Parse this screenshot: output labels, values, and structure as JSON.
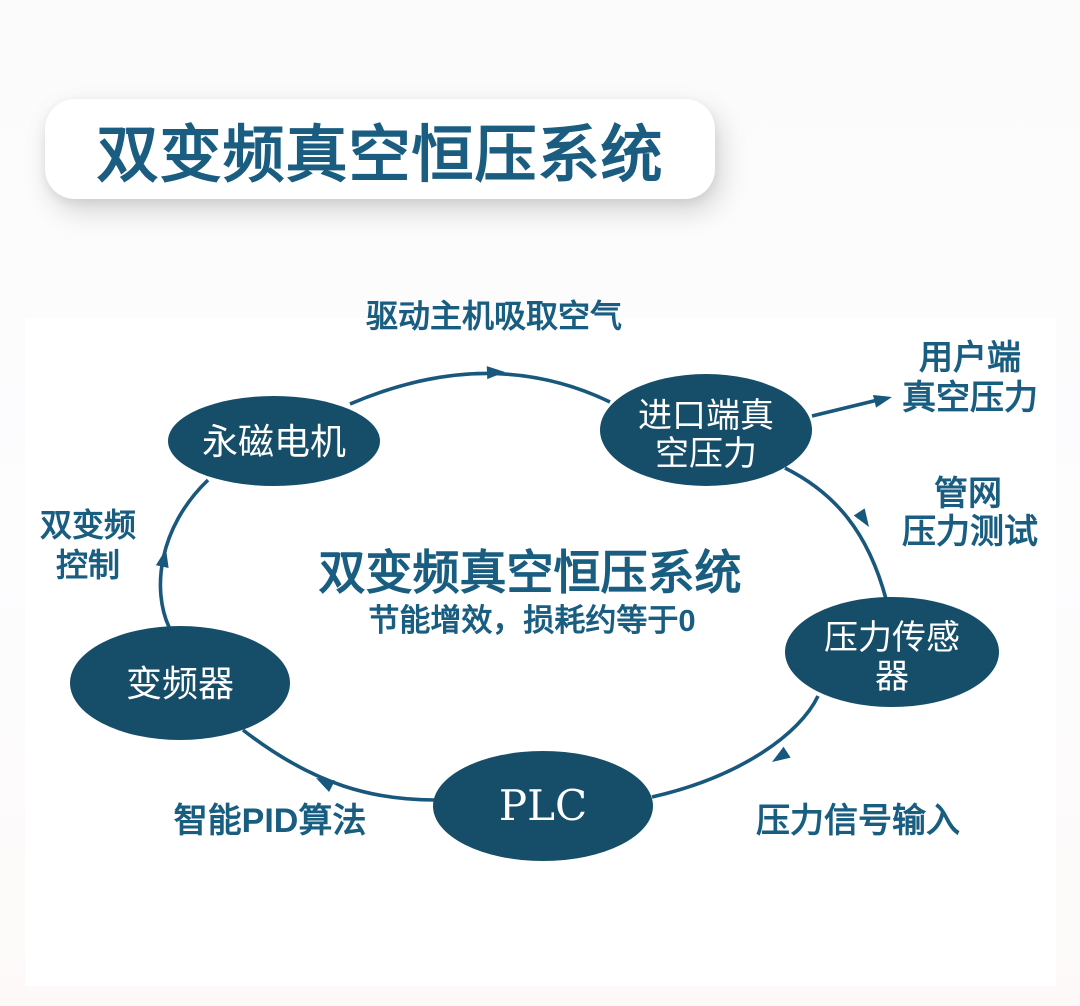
{
  "header": {
    "title": "双变频真空恒压系统"
  },
  "diagram": {
    "center": {
      "title": "双变频真空恒压系统",
      "subtitle": "节能增效，损耗约等于0"
    },
    "nodes": {
      "motor": {
        "label": "永磁电机"
      },
      "inlet": {
        "line1": "进口端真",
        "line2": "空压力"
      },
      "sensor": {
        "line1": "压力传感",
        "line2": "器"
      },
      "plc": {
        "label": "PLC"
      },
      "inverter": {
        "label": "变频器"
      }
    },
    "labels": {
      "drive": "驱动主机吸取空气",
      "user_line1": "用户端",
      "user_line2": "真空压力",
      "pipe_line1": "管网",
      "pipe_line2": "压力测试",
      "signal": "压力信号输入",
      "pid": "智能PID算法",
      "dual_line1": "双变频",
      "dual_line2": "控制"
    },
    "colors": {
      "node_fill": "#164e6a",
      "text_accent": "#195d81",
      "arrow": "#18587c",
      "banner_bg": "#ffffff"
    }
  }
}
